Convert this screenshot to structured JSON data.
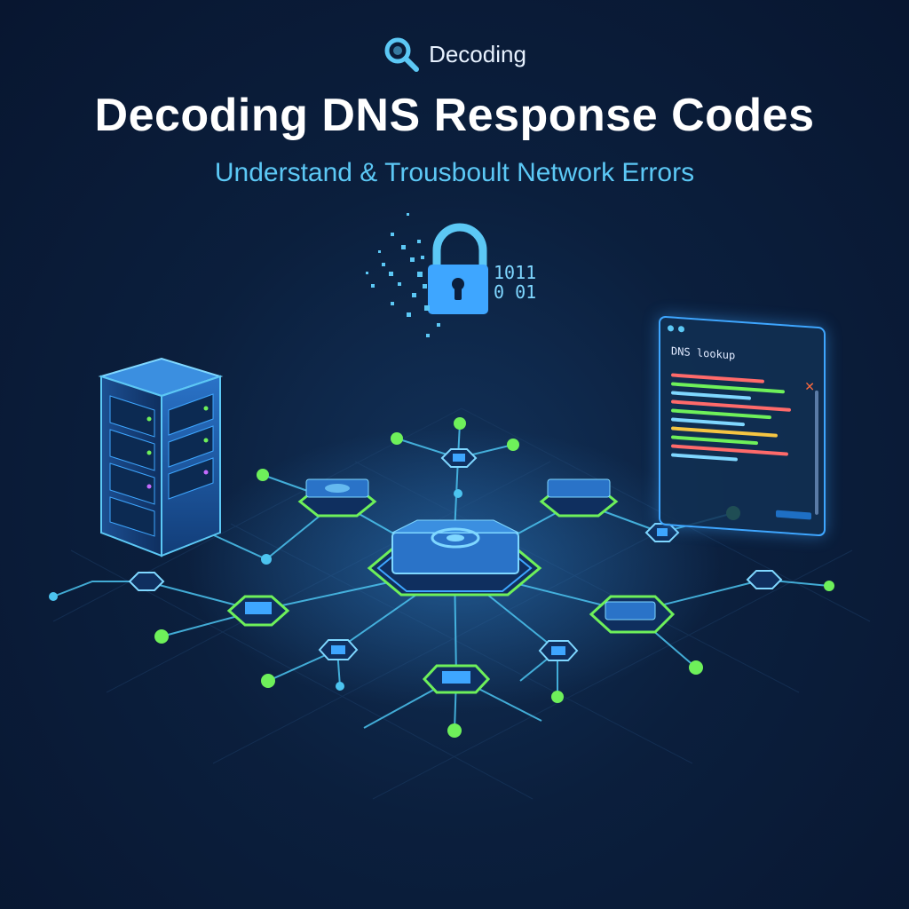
{
  "header": {
    "brand_label": "Decoding",
    "brand_icon": "search-icon",
    "title": "Decoding DNS Response Codes",
    "subtitle": "Understand & Trousboult Network Errors"
  },
  "lock": {
    "icon": "padlock-icon",
    "bits_line1": "1011",
    "bits_line2": "0 01"
  },
  "dns_panel": {
    "title": "DNS lookup",
    "close_icon": "close-icon"
  },
  "colors": {
    "background": "#0b1f3d",
    "accent_cyan": "#5cc8f5",
    "node_green": "#6ef05a",
    "panel_border": "#3ea6ff"
  }
}
